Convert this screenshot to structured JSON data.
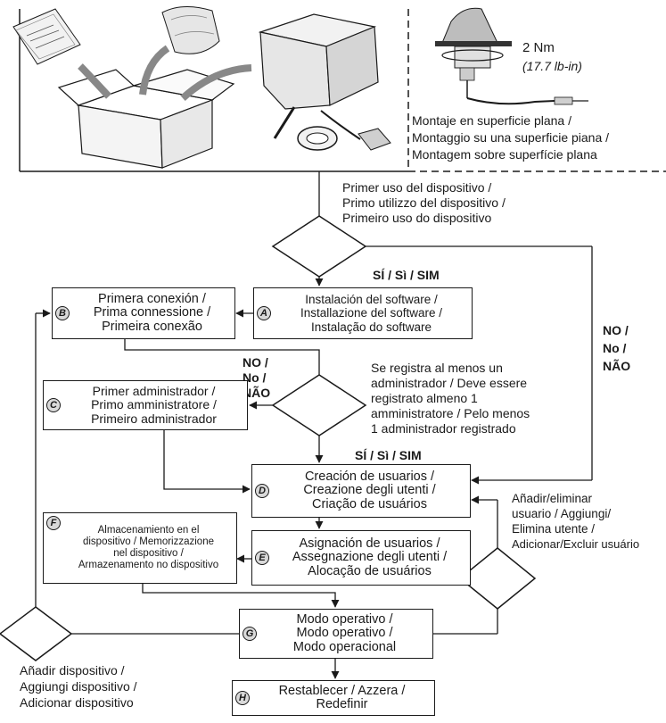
{
  "mount": {
    "torque": "2 Nm",
    "torque_imperial": "(17.7 lb-in)",
    "lines": [
      "Montaje en superficie plana /",
      "Montaggio su una superficie piana /",
      "Montagem sobre superfície plana"
    ]
  },
  "first_use": {
    "lines": [
      "Primer uso del dispositivo /",
      "Primo utilizzo del dispositivo /",
      "Primeiro uso do dispositivo"
    ]
  },
  "yes_label": "SÍ / Sì / SIM",
  "no_label": [
    "NO /",
    "No /",
    "NÃO"
  ],
  "admin_question": {
    "lines": [
      "Se registra al menos un",
      "administrador / Deve essere",
      "registrato almeno 1",
      "amministratore / Pelo menos",
      "1 administrador registrado"
    ]
  },
  "add_user_question": {
    "lines": [
      "Añadir/eliminar",
      "usuario / Aggiungi/",
      "Elimina utente /",
      "Adicionar/Excluir usuário"
    ]
  },
  "add_device": {
    "lines": [
      "Añadir dispositivo /",
      "Aggiungi dispositivo /",
      "Adicionar dispositivo"
    ]
  },
  "nodes": {
    "A": {
      "badge": "A",
      "lines": [
        "Instalación del software /",
        "Installazione del software /",
        "Instalação do software"
      ]
    },
    "B": {
      "badge": "B",
      "lines": [
        "Primera conexión /",
        "Prima connessione /",
        "Primeira conexão"
      ]
    },
    "C": {
      "badge": "C",
      "lines": [
        "Primer administrador /",
        "Primo amministratore /",
        "Primeiro administrador"
      ]
    },
    "D": {
      "badge": "D",
      "lines": [
        "Creación de usuarios /",
        "Creazione degli utenti /",
        "Criação de usuários"
      ]
    },
    "E": {
      "badge": "E",
      "lines": [
        "Asignación de usuarios /",
        "Assegnazione degli utenti /",
        "Alocação de usuários"
      ]
    },
    "F": {
      "badge": "F",
      "lines": [
        "Almacenamiento en el",
        "dispositivo / Memorizzazione",
        "nel dispositivo /",
        "Armazenamento no dispositivo"
      ]
    },
    "G": {
      "badge": "G",
      "lines": [
        "Modo operativo /",
        "Modo operativo /",
        "Modo operacional"
      ]
    },
    "H": {
      "badge": "H",
      "lines": [
        "Restablecer / Azzera /",
        "Redefinir"
      ]
    }
  }
}
